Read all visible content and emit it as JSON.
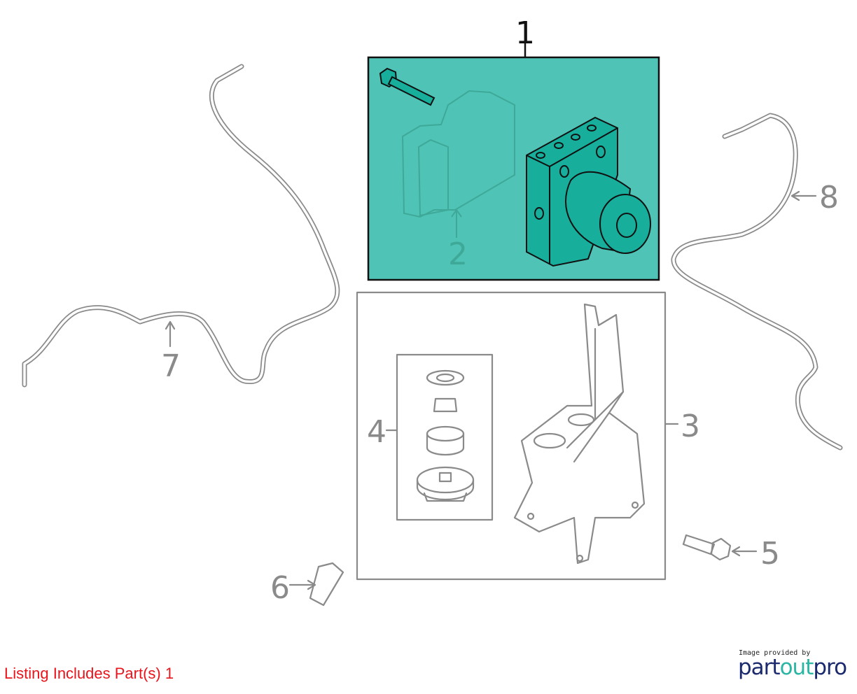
{
  "callouts": {
    "c1": "1",
    "c2": "2",
    "c3": "3",
    "c4": "4",
    "c5": "5",
    "c6": "6",
    "c7": "7",
    "c8": "8"
  },
  "listing_text": "Listing Includes Part(s) 1",
  "credit": {
    "provided_by": "Image provided by",
    "logo_part1": "part",
    "logo_part2": "out",
    "logo_part3": "pro"
  },
  "colors": {
    "highlight": "#4fc3b5",
    "part": "#17ae9c",
    "line": "#8a8a8a",
    "listing": "#e8141c"
  }
}
